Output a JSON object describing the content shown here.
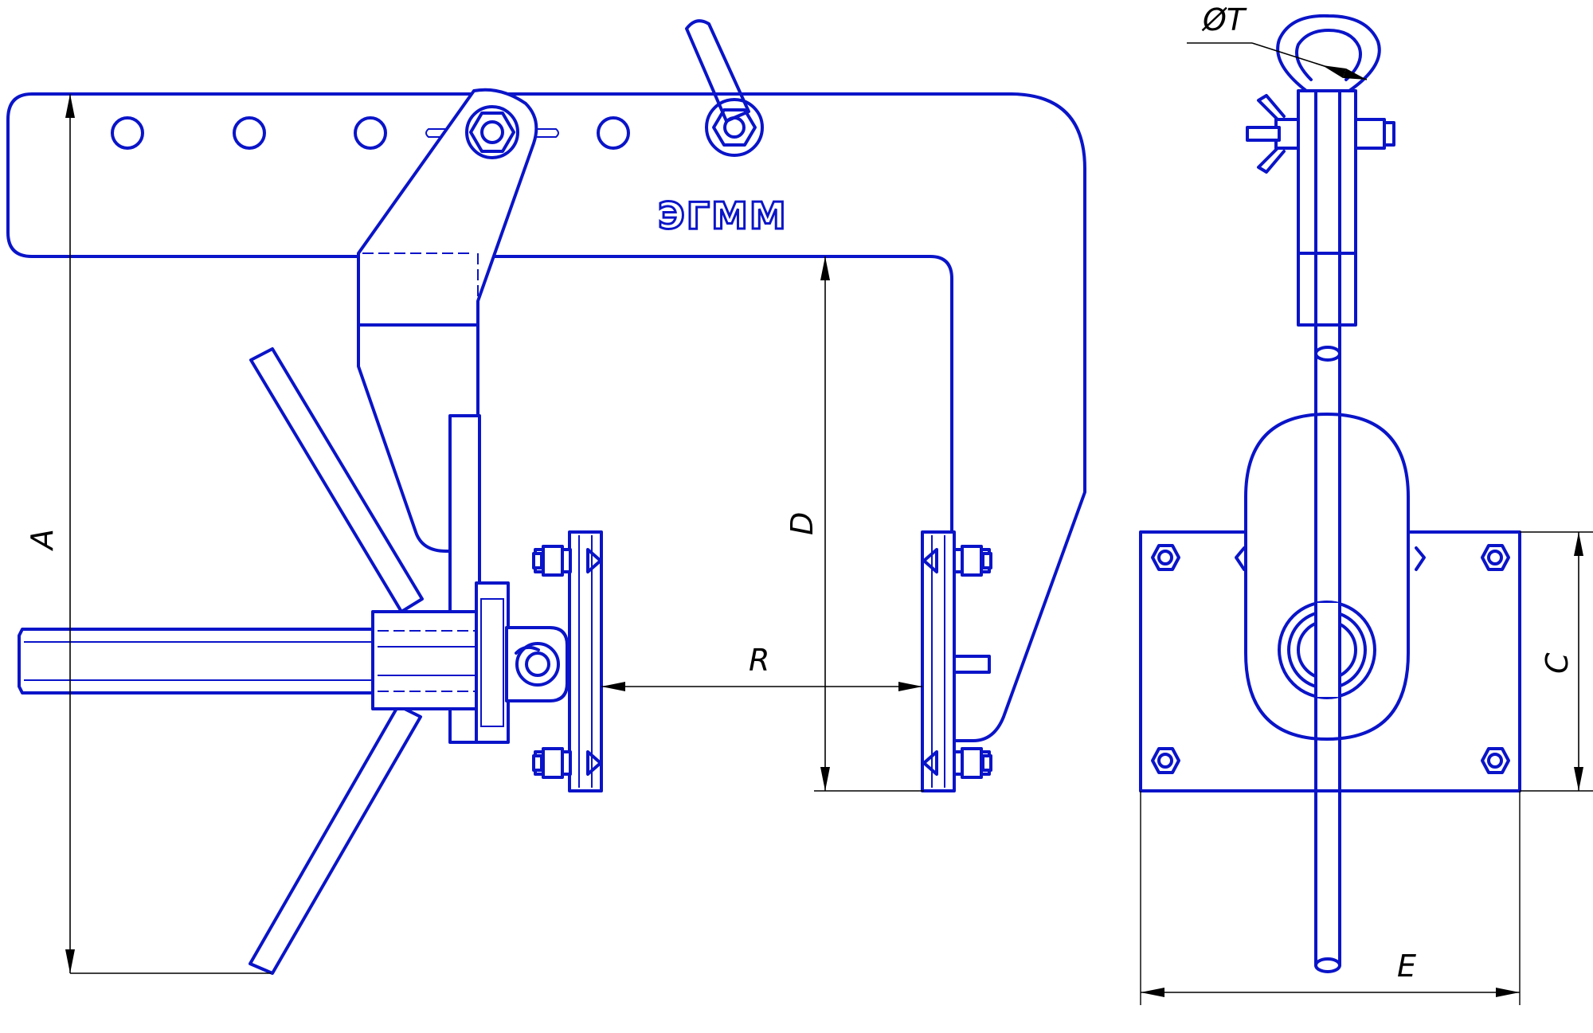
{
  "brand": {
    "logo_text": "ЭГММ",
    "line_color": "#0a14c8",
    "dimension_color": "#000000"
  },
  "dimensions": {
    "A": "A",
    "D": "D",
    "R": "R",
    "C": "C",
    "E": "E",
    "T": "ØT"
  }
}
